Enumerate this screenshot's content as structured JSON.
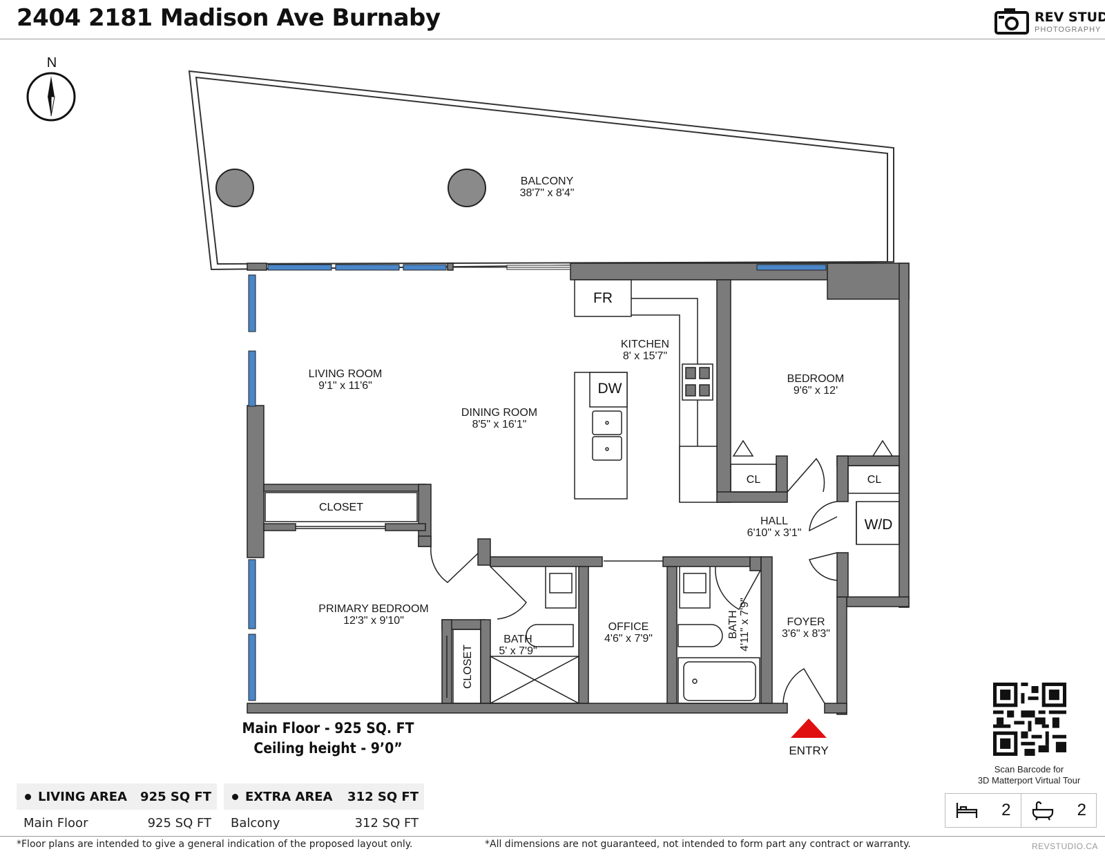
{
  "header": {
    "title": "2404 2181 Madison Ave Burnaby",
    "brand_name": "REV STUDIO",
    "brand_sub": "PHOTOGRAPHY"
  },
  "compass": {
    "label": "N"
  },
  "rooms": {
    "balcony": {
      "name": "BALCONY",
      "size": "38'7\" x 8'4\""
    },
    "living": {
      "name": "LIVING ROOM",
      "size": "9'1\" x 11'6\""
    },
    "dining": {
      "name": "DINING ROOM",
      "size": "8'5\" x 16'1\""
    },
    "kitchen": {
      "name": "KITCHEN",
      "size": "8' x 15'7\""
    },
    "bedroom": {
      "name": "BEDROOM",
      "size": "9'6\" x 12'"
    },
    "primary": {
      "name": "PRIMARY BEDROOM",
      "size": "12'3\" x 9'10\""
    },
    "bath1": {
      "name": "BATH",
      "size": "5' x 7'9\""
    },
    "office": {
      "name": "OFFICE",
      "size": "4'6\" x 7'9\""
    },
    "bath2": {
      "name": "BATH",
      "size": "4'11\" x 7'9\""
    },
    "hall": {
      "name": "HALL",
      "size": "6'10\" x 3'1\""
    },
    "foyer": {
      "name": "FOYER",
      "size": "3'6\" x 8'3\""
    }
  },
  "fixtures": {
    "fridge": "FR",
    "dishwasher": "DW",
    "closet_main": "CLOSET",
    "closet_vertical": "CLOSET",
    "closet_bed": "CL",
    "closet_hall": "CL",
    "washer_dryer": "W/D",
    "entry": "ENTRY"
  },
  "floor_info": {
    "line1": "Main Floor - 925 SQ. FT",
    "line2": "Ceiling height - 9’0”"
  },
  "areas": {
    "living": {
      "label": "LIVING AREA",
      "total": "925 SQ FT",
      "row_name": "Main Floor",
      "row_value": "925 SQ FT"
    },
    "extra": {
      "label": "EXTRA AREA",
      "total": "312 SQ FT",
      "row_name": "Balcony",
      "row_value": "312 SQ FT"
    }
  },
  "qr": {
    "caption_line1": "Scan Barcode for",
    "caption_line2": "3D Matterport Virtual Tour"
  },
  "counts": {
    "bedrooms": "2",
    "bathrooms": "2"
  },
  "footer": {
    "disclaimer_left": "*Floor plans are intended to give a general indication of the proposed layout only.",
    "disclaimer_right": "*All dimensions are not guaranteed, not intended to form part any contract or warranty.",
    "site": "REVSTUDIO.CA"
  },
  "colors": {
    "wall": "#7b7b7b",
    "window": "#4a86c8",
    "entry_marker": "#e01010",
    "column": "#8a8a8a"
  }
}
